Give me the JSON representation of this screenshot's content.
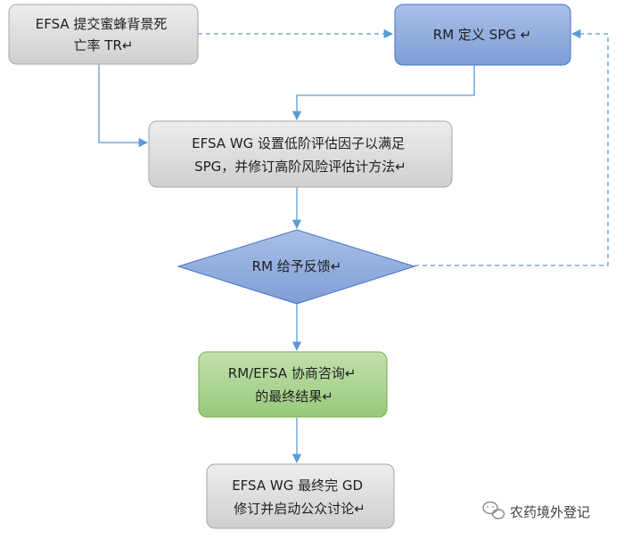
{
  "diagram": {
    "nodes": {
      "tr": {
        "lines": [
          "EFSA 提交蜜蜂背景死",
          "亡率 TR↵"
        ]
      },
      "spg": {
        "lines": [
          "RM 定义 SPG ↵"
        ]
      },
      "wg_set": {
        "lines": [
          "EFSA WG 设置低阶评估因子以满足",
          "SPG，并修订高阶风险评估计方法↵"
        ]
      },
      "feedback": {
        "lines": [
          "RM 给予反馈↵"
        ]
      },
      "consult": {
        "lines": [
          "RM/EFSA 协商咨询↵",
          "的最终结果↵"
        ]
      },
      "final": {
        "lines": [
          "EFSA WG  最终完 GD",
          "修订并启动公众讨论↵"
        ]
      }
    },
    "colors": {
      "gray_fill": "#d9d9d9",
      "gray_stroke": "#a6a6a6",
      "blue_fill": "#8ea9db",
      "blue_stroke": "#4472c4",
      "green_fill": "#a9d18e",
      "green_stroke": "#70ad47",
      "arrow": "#5b9bd5"
    }
  },
  "watermark": {
    "text": "农药境外登记",
    "icon": "wechat-icon"
  }
}
